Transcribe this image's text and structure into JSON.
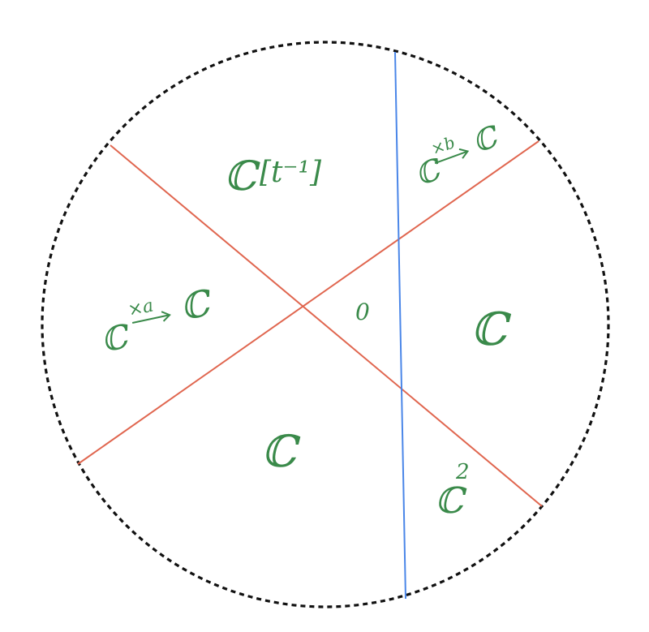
{
  "colors": {
    "background": "#ffffff",
    "boundary": "#111111",
    "red_lines": "#e0664f",
    "blue_line": "#4a86e8",
    "labels": "#3a8a4a"
  },
  "regions": {
    "top": {
      "base": "ℂ",
      "bracket": "[t⁻¹]"
    },
    "top_right": {
      "left": "ℂ",
      "right": "ℂ",
      "arrow_label": "×b"
    },
    "left": {
      "left": "ℂ",
      "right": "ℂ",
      "arrow_label": "×a"
    },
    "center": {
      "label": "0"
    },
    "right": {
      "label": "ℂ"
    },
    "bottom": {
      "label": "ℂ"
    },
    "bottom_right": {
      "base": "ℂ",
      "exponent": "2"
    }
  }
}
